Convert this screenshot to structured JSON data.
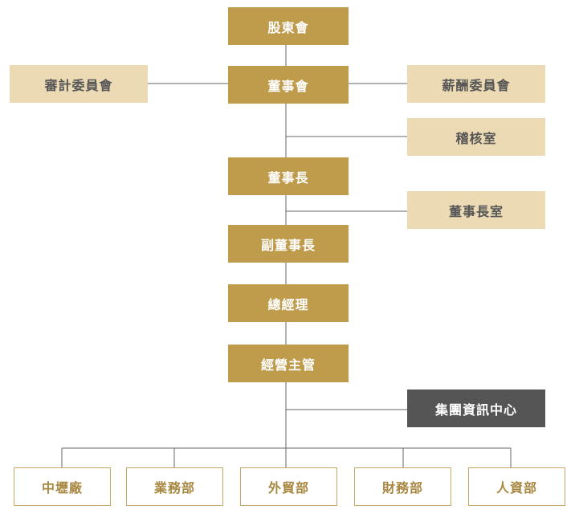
{
  "colors": {
    "main_box": "#BF9B4C",
    "side_box": "#EBDAB3",
    "it_box": "#555555",
    "dept_border": "#C6A663",
    "dept_text": "#A88740",
    "line": "#666666"
  },
  "main_chain": {
    "shareholders": "股東會",
    "board": "董事會",
    "chairman": "董事長",
    "vice_chairman": "副董事長",
    "general_manager": "總經理",
    "business_head": "經營主管"
  },
  "side_units": {
    "audit_committee": "審計委員會",
    "compensation_committee": "薪酬委員會",
    "internal_audit": "稽核室",
    "chairman_office": "董事長室",
    "group_it_center": "集團資訊中心"
  },
  "departments": [
    "中壢廠",
    "業務部",
    "外貿部",
    "財務部",
    "人資部"
  ]
}
